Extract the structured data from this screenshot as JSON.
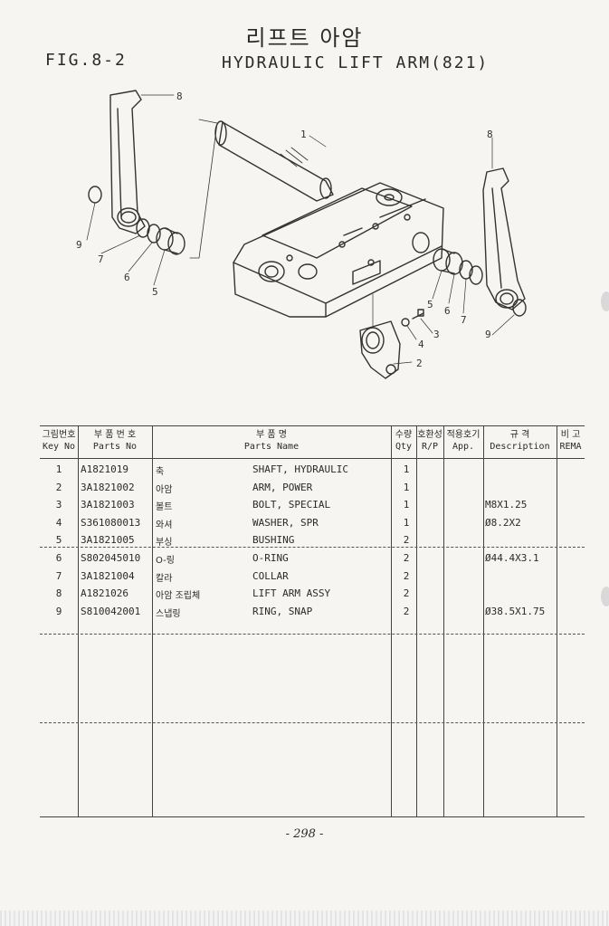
{
  "header": {
    "korean_title": "리프트 아암",
    "fig_label": "FIG.8-2",
    "english_title": "HYDRAULIC LIFT ARM(821)"
  },
  "diagram": {
    "callouts": [
      "8",
      "1",
      "8",
      "9",
      "7",
      "6",
      "5",
      "5",
      "6",
      "7",
      "9",
      "4",
      "3",
      "2"
    ]
  },
  "table": {
    "headers": {
      "key_ko": "그림번호",
      "key_en": "Key No",
      "part_ko": "부 품 번 호",
      "part_en": "Parts No",
      "name_ko": "부 품 명",
      "name_en": "Parts Name",
      "qty_ko": "수량",
      "qty_en": "Qty",
      "rp_ko": "호환성",
      "rp_en": "R/P",
      "app_ko": "적용호기",
      "app_en": "App.",
      "desc_ko": "규 격",
      "desc_en": "Description",
      "rem_ko": "비 고",
      "rem_en": "REMA"
    },
    "rows": [
      {
        "key": "1",
        "part": "A1821019",
        "ko": "축",
        "name": "SHAFT, HYDRAULIC",
        "qty": "1",
        "desc": ""
      },
      {
        "key": "2",
        "part": "3A1821002",
        "ko": "아암",
        "name": "ARM, POWER",
        "qty": "1",
        "desc": ""
      },
      {
        "key": "3",
        "part": "3A1821003",
        "ko": "볼트",
        "name": "BOLT, SPECIAL",
        "qty": "1",
        "desc": "M8X1.25"
      },
      {
        "key": "4",
        "part": "S361080013",
        "ko": "와셔",
        "name": "WASHER, SPR",
        "qty": "1",
        "desc": "Ø8.2X2"
      },
      {
        "key": "5",
        "part": "3A1821005",
        "ko": "부싱",
        "name": "BUSHING",
        "qty": "2",
        "desc": ""
      },
      {
        "key": "6",
        "part": "S802045010",
        "ko": "O-링",
        "name": "O-RING",
        "qty": "2",
        "desc": "Ø44.4X3.1"
      },
      {
        "key": "7",
        "part": "3A1821004",
        "ko": "칼라",
        "name": "COLLAR",
        "qty": "2",
        "desc": ""
      },
      {
        "key": "8",
        "part": "A1821026",
        "ko": "아암 조립체",
        "name": "LIFT ARM ASSY",
        "qty": "2",
        "desc": ""
      },
      {
        "key": "9",
        "part": "S810042001",
        "ko": "스냅링",
        "name": "RING, SNAP",
        "qty": "2",
        "desc": "Ø38.5X1.75"
      }
    ]
  },
  "footer": {
    "page_number": "- 298 -"
  }
}
